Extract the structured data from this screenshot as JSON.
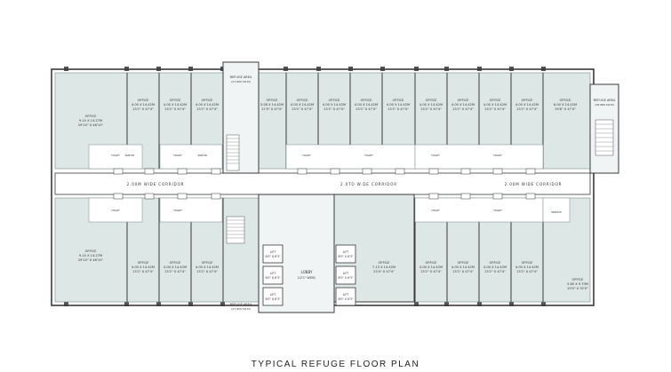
{
  "title": "TYPICAL REFUGE FLOOR PLAN",
  "corridors": {
    "left": "2.00M WIDE CORRIDOR",
    "center": "2.0TO W.DE CORRIDOR",
    "right": "2.00M WIDE CORRIDOR"
  },
  "refuge_areas": [
    {
      "id": "refuge-top",
      "line1": "REFUGE AREA",
      "line2": "(27.905 SQ.M)"
    },
    {
      "id": "refuge-right",
      "line1": "REFUGE AREA",
      "line2": "(18.980 SQ.M)"
    },
    {
      "id": "refuge-bottom",
      "line1": "REFUGE AREA",
      "line2": "(27.905 SQ.M)"
    }
  ],
  "lobby": {
    "line1": "LOBBY",
    "line2": "(12'1\" WIDE)"
  },
  "lift_label": "LIFT",
  "lift_size": "6'0\" X 6'3\"",
  "toilet_label": "TOILET",
  "pantry_label": "PANTRY",
  "service_label": "SERVICE",
  "offices_top": [
    {
      "label": "OFFICE",
      "size": "9.10 X 14.27M",
      "ft": "29'10\" X 46'10\""
    },
    {
      "label": "OFFICE",
      "size": "4.00 X 14.42M",
      "ft": "13'2\" X 47'4\""
    },
    {
      "label": "OFFICE",
      "size": "4.00 X 14.42M",
      "ft": "13'2\" X 47'4\""
    },
    {
      "label": "OFFICE",
      "size": "4.00 X 14.42M",
      "ft": "13'2\" X 47'4\""
    },
    {
      "label": "OFFICE",
      "size": "3.58 X 14.42M",
      "ft": "11'9\" X 47'4\""
    },
    {
      "label": "OFFICE",
      "size": "4.00 X 14.42M",
      "ft": "13'2\" X 47'4\""
    },
    {
      "label": "OFFICE",
      "size": "4.00 X 14.42M",
      "ft": "13'2\" X 47'4\""
    },
    {
      "label": "OFFICE",
      "size": "4.00 X 14.42M",
      "ft": "13'2\" X 47'4\""
    },
    {
      "label": "OFFICE",
      "size": "4.00 X 14.42M",
      "ft": "13'2\" X 47'4\""
    },
    {
      "label": "OFFICE",
      "size": "4.00 X 14.42M",
      "ft": "13'2\" X 47'4\""
    },
    {
      "label": "OFFICE",
      "size": "4.00 X 14.42M",
      "ft": "13'2\" X 47'4\""
    },
    {
      "label": "OFFICE",
      "size": "4.00 X 14.42M",
      "ft": "13'2\" X 47'4\""
    },
    {
      "label": "OFFICE",
      "size": "4.00 X 14.42M",
      "ft": "13'2\" X 47'4\""
    },
    {
      "label": "OFFICE",
      "size": "6.00 X 14.42M",
      "ft": "19'8\" X 47'4\""
    }
  ],
  "offices_bottom": [
    {
      "label": "OFFICE",
      "size": "9.10 X 14.27M",
      "ft": "29'10\" X 46'10\""
    },
    {
      "label": "OFFICE",
      "size": "4.00 X 14.42M",
      "ft": "13'2\" X 47'4\""
    },
    {
      "label": "OFFICE",
      "size": "4.00 X 14.42M",
      "ft": "13'2\" X 47'4\""
    },
    {
      "label": "OFFICE",
      "size": "4.00 X 14.42M",
      "ft": "13'2\" X 47'4\""
    },
    {
      "label": "OFFICE",
      "size": "7.13 X 14.42M",
      "ft": "23'4\" X 47'4\""
    },
    {
      "label": "OFFICE",
      "size": "4.00 X 14.42M",
      "ft": "13'2\" X 47'4\""
    },
    {
      "label": "OFFICE",
      "size": "4.00 X 14.42M",
      "ft": "13'2\" X 47'4\""
    },
    {
      "label": "OFFICE",
      "size": "4.00 X 14.42M",
      "ft": "13'2\" X 47'4\""
    },
    {
      "label": "OFFICE",
      "size": "4.00 X 14.42M",
      "ft": "13'2\" X 47'4\""
    },
    {
      "label": "OFFICE",
      "size": "5.80 X 9.79M",
      "ft": "19'0\" X 32'0\""
    }
  ],
  "colors": {
    "room_fill": "#dde8e6",
    "wall": "#3a3a3a",
    "corridor": "#ffffff",
    "core_fill": "#f1f4f4",
    "outline": "#7a8a8a"
  }
}
